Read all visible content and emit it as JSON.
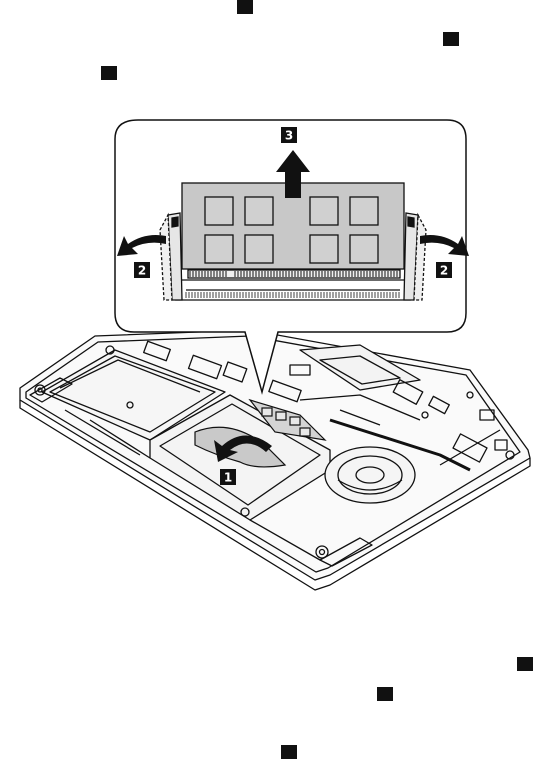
{
  "markers": {
    "top": [
      "■",
      "■",
      "■"
    ],
    "bottom": [
      "■",
      "■",
      "■"
    ]
  },
  "callouts": {
    "step1": "1",
    "step2_left": "2",
    "step2_right": "2",
    "step3": "3"
  },
  "colors": {
    "memory_module": "#c8c8c8",
    "ink": "#111111",
    "background": "#ffffff"
  }
}
